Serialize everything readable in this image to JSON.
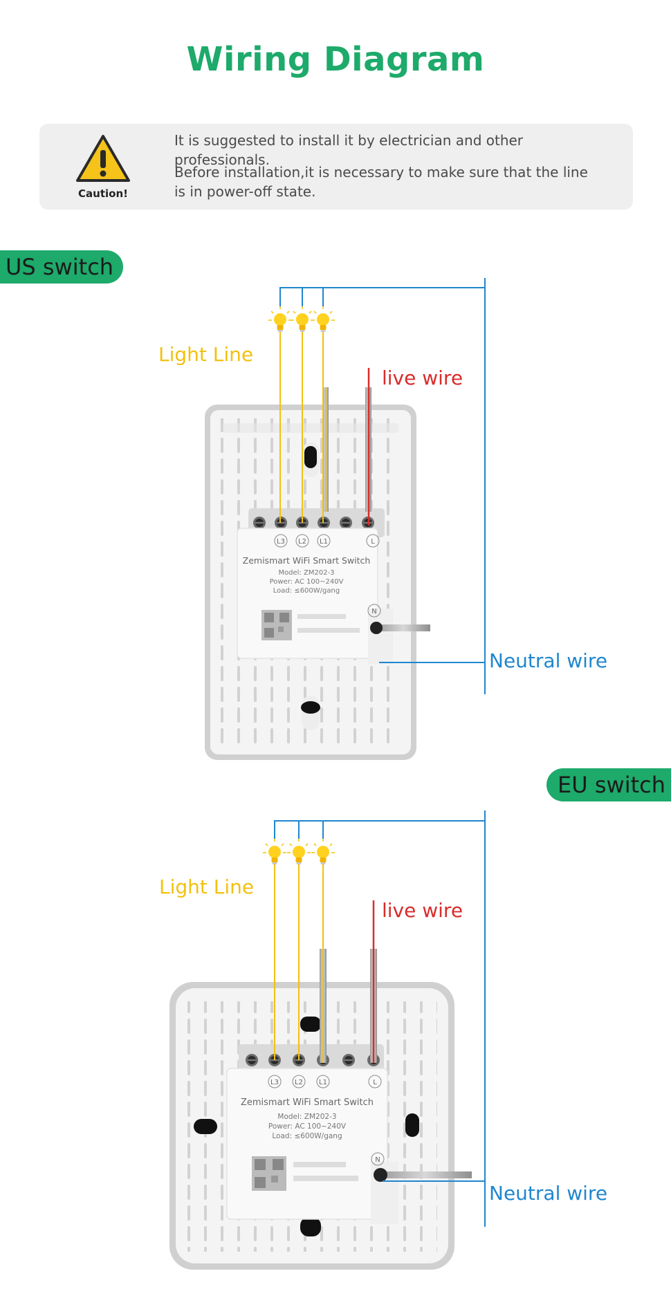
{
  "title": "Wiring Diagram",
  "caution": {
    "label": "Caution!",
    "line1": "It is suggested to install it by electrician and other professionals.",
    "line2a": "Before installation,it is necessary to make sure that the line",
    "line2b": "is in power-off state."
  },
  "us": {
    "badge": "US switch",
    "light_line": "Light Line",
    "live_wire": "live wire",
    "neutral_wire": "Neutral wire"
  },
  "eu": {
    "badge": "EU switch",
    "light_line": "Light Line",
    "live_wire": "live wire",
    "neutral_wire": "Neutral wire"
  },
  "module": {
    "brand": "Zemismart WiFi Smart Switch",
    "model": "Model: ZM202-3",
    "power": "Power: AC 100~240V",
    "load": "Load: ≤600W/gang",
    "terminal_l3": "L3",
    "terminal_l2": "L2",
    "terminal_l1": "L1",
    "terminal_l": "L",
    "terminal_n": "N"
  },
  "colors": {
    "brand_green": "#1daa6b",
    "light_line": "#f2c10f",
    "live_wire": "#d92b2b",
    "neutral_wire": "#1f86cf"
  }
}
